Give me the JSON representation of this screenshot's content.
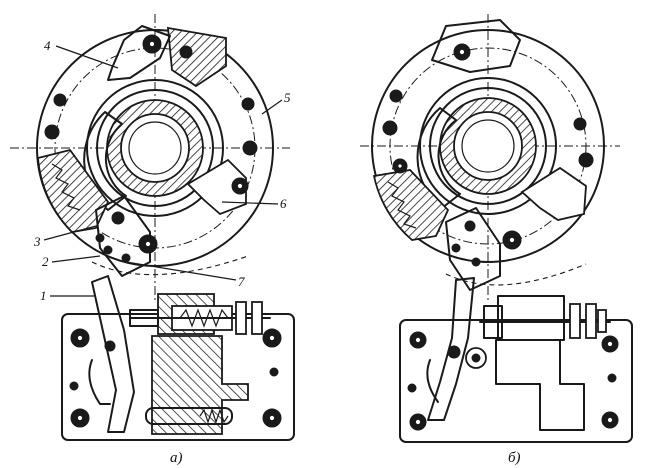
{
  "figure": {
    "views": [
      {
        "id": "a",
        "caption": "a)"
      },
      {
        "id": "b",
        "caption": "б)"
      }
    ],
    "callouts": [
      "1",
      "2",
      "3",
      "4",
      "5",
      "6",
      "7"
    ]
  }
}
